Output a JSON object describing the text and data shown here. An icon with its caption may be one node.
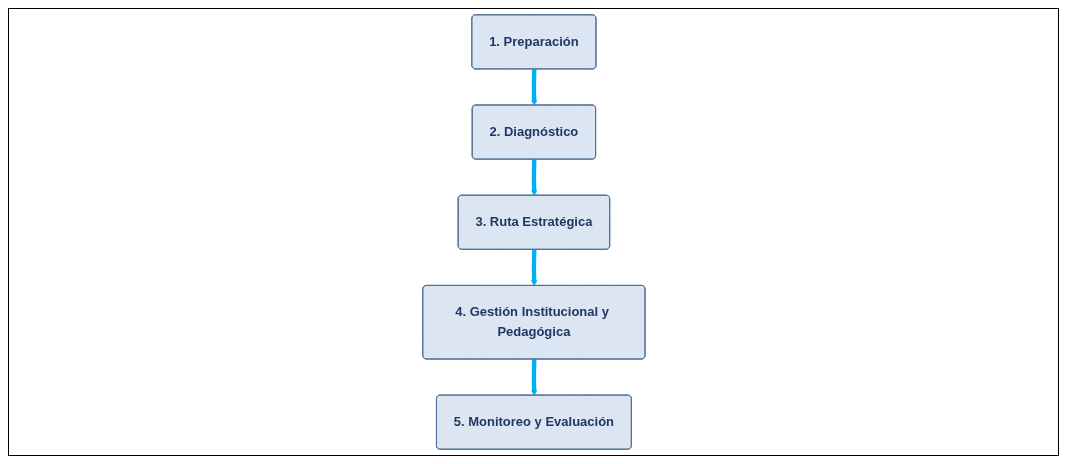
{
  "diagram": {
    "nodes": [
      {
        "text": [
          "1. Preparación"
        ]
      },
      {
        "text": [
          "2. Diagnóstico"
        ]
      },
      {
        "text": [
          "3. Ruta Estratégica"
        ]
      },
      {
        "text": [
          "4. Gestión Institucional y Pedagógica"
        ]
      },
      {
        "text": [
          "5. Monitoreo y Evaluación"
        ]
      }
    ],
    "edges": [
      {
        "from": 0,
        "to": 1,
        "arrow": "to"
      },
      {
        "from": 1,
        "to": 2,
        "arrow": "to"
      },
      {
        "from": 2,
        "to": 3,
        "arrow": "to"
      },
      {
        "from": 3,
        "to": 4,
        "arrow": "to"
      }
    ]
  }
}
